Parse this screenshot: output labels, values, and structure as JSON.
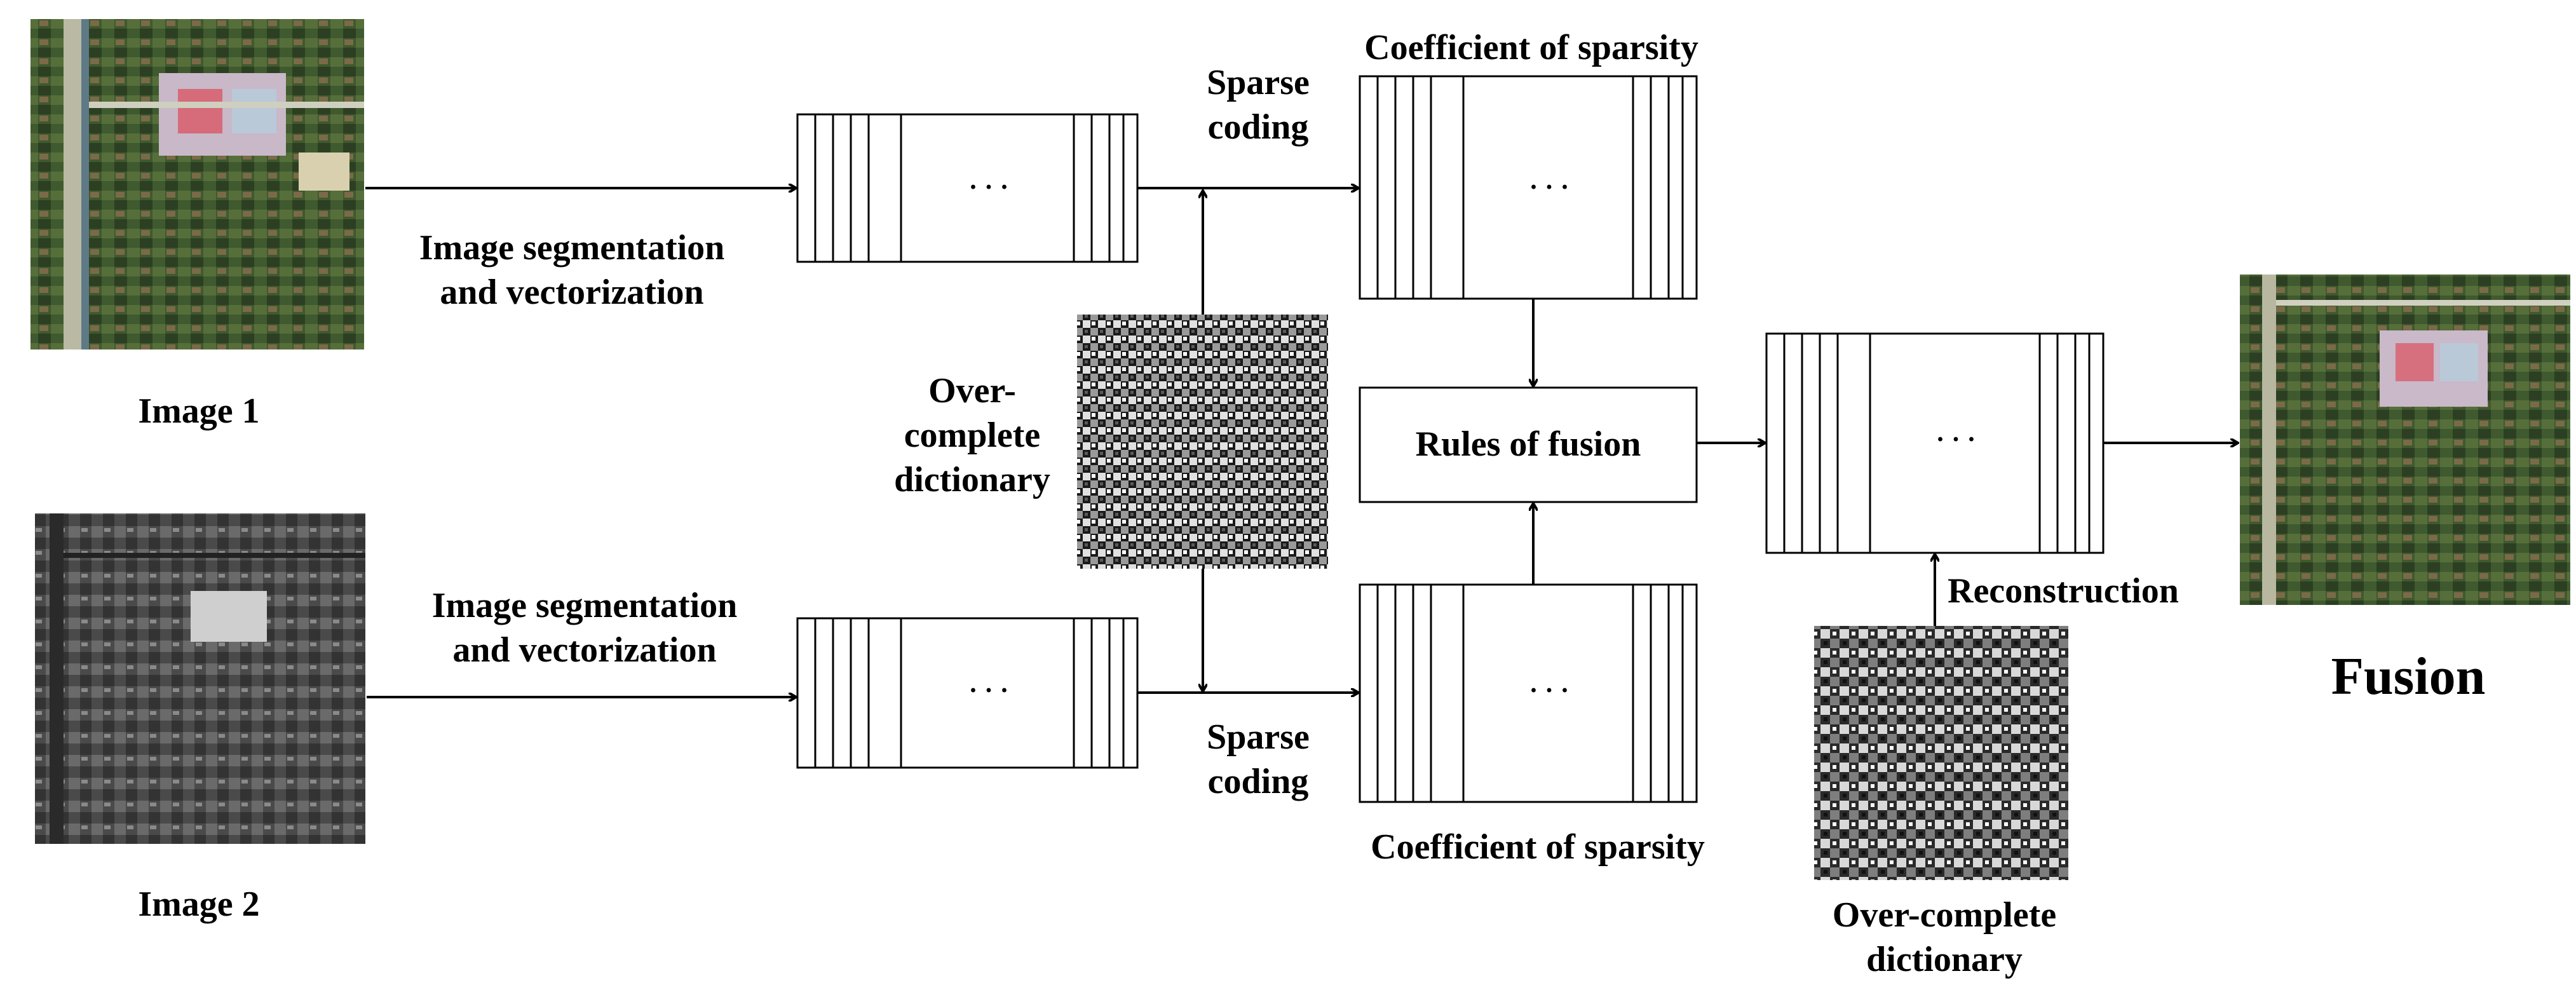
{
  "image1_label": "Image 1",
  "image2_label": "Image 2",
  "segmentation_top": [
    "Image segmentation",
    "and vectorization"
  ],
  "segmentation_bottom": [
    "Image segmentation",
    "and vectorization"
  ],
  "sparse_coding_top": [
    "Sparse",
    "coding"
  ],
  "sparse_coding_bottom": [
    "Sparse",
    "coding"
  ],
  "coefficient_top": "Coefficient of sparsity",
  "coefficient_bottom": "Coefficient of sparsity",
  "dictionary_mid": [
    "Over-",
    "complete",
    "dictionary"
  ],
  "rules_of_fusion": "Rules of fusion",
  "reconstruction": "Reconstruction",
  "dictionary_bottom": [
    "Over-complete",
    "dictionary"
  ],
  "fusion_label": "Fusion",
  "ellipsis": "· · ·"
}
